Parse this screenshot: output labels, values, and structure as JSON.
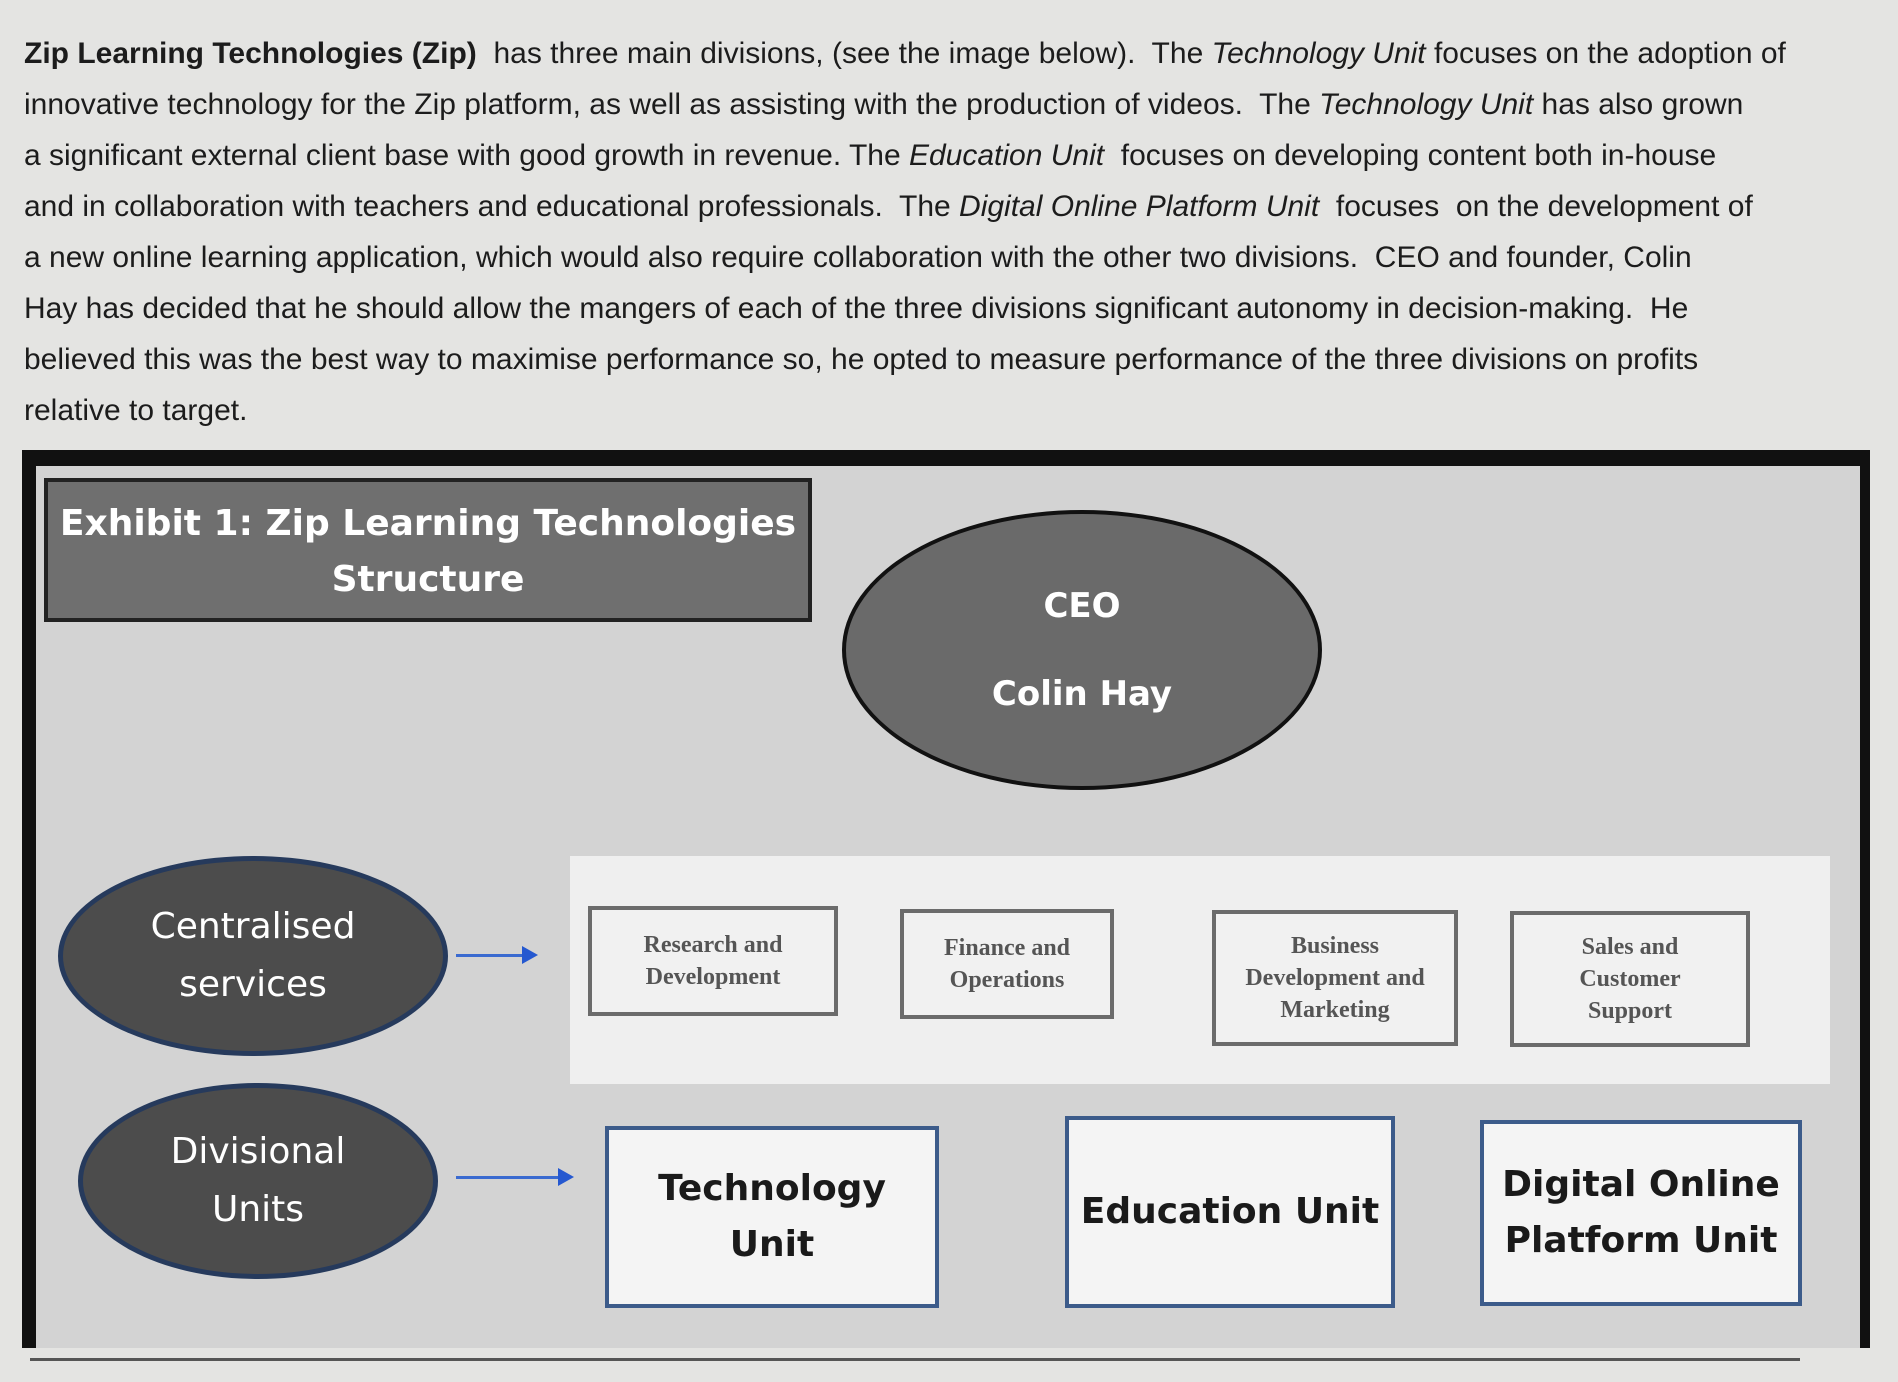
{
  "paragraph": {
    "lines": [
      [
        {
          "t": "Zip Learning Technologies (Zip)",
          "s": "b"
        },
        {
          "t": "  has three main divisions, (see the image below).  The "
        },
        {
          "t": "Technology Unit",
          "s": "i"
        },
        {
          "t": " focuses on the adoption of"
        }
      ],
      [
        {
          "t": "innovative technology for the Zip platform, as well as assisting with the production of videos.  The "
        },
        {
          "t": "Technology Unit",
          "s": "i"
        },
        {
          "t": " has also grown"
        }
      ],
      [
        {
          "t": "a significant external client base with good growth in revenue. The "
        },
        {
          "t": "Education Unit",
          "s": "i"
        },
        {
          "t": "  focuses on developing content both in-house"
        }
      ],
      [
        {
          "t": "and in collaboration with teachers and educational professionals.  The "
        },
        {
          "t": "Digital Online Platform Unit",
          "s": "i"
        },
        {
          "t": "  focuses  on the development of"
        }
      ],
      [
        {
          "t": "a new online learning application, which would also require collaboration with the other two divisions.  CEO and founder, Colin"
        }
      ],
      [
        {
          "t": "Hay has decided that he should allow the mangers of each of the three divisions significant autonomy in decision-making.  He"
        }
      ],
      [
        {
          "t": "believed this was the best way to maximise performance so, he opted to measure performance of the three divisions on profits"
        }
      ],
      [
        {
          "t": "relative to target."
        }
      ]
    ]
  },
  "exhibit": {
    "title_line1": "Exhibit 1: Zip Learning Technologies",
    "title_line2": "Structure",
    "ceo": {
      "role": "CEO",
      "name": "Colin Hay"
    },
    "centralised": {
      "line1": "Centralised",
      "line2": "services"
    },
    "divisional": {
      "line1": "Divisional",
      "line2": "Units"
    },
    "services": [
      {
        "line1": "Research and",
        "line2": "Development"
      },
      {
        "line1": "Finance and",
        "line2": "Operations"
      },
      {
        "line1": "Business",
        "line2": "Development and",
        "line3": "Marketing"
      },
      {
        "line1": "Sales and",
        "line2": "Customer",
        "line3": "Support"
      }
    ],
    "divisions": [
      {
        "line1": "Technology",
        "line2": "Unit"
      },
      {
        "line1": "Education Unit"
      },
      {
        "line1": "Digital Online",
        "line2": "Platform Unit"
      }
    ],
    "colors": {
      "arrow": "#2558d0",
      "ellipse_border": "#263a5c",
      "division_border": "#3c5b8a"
    }
  }
}
